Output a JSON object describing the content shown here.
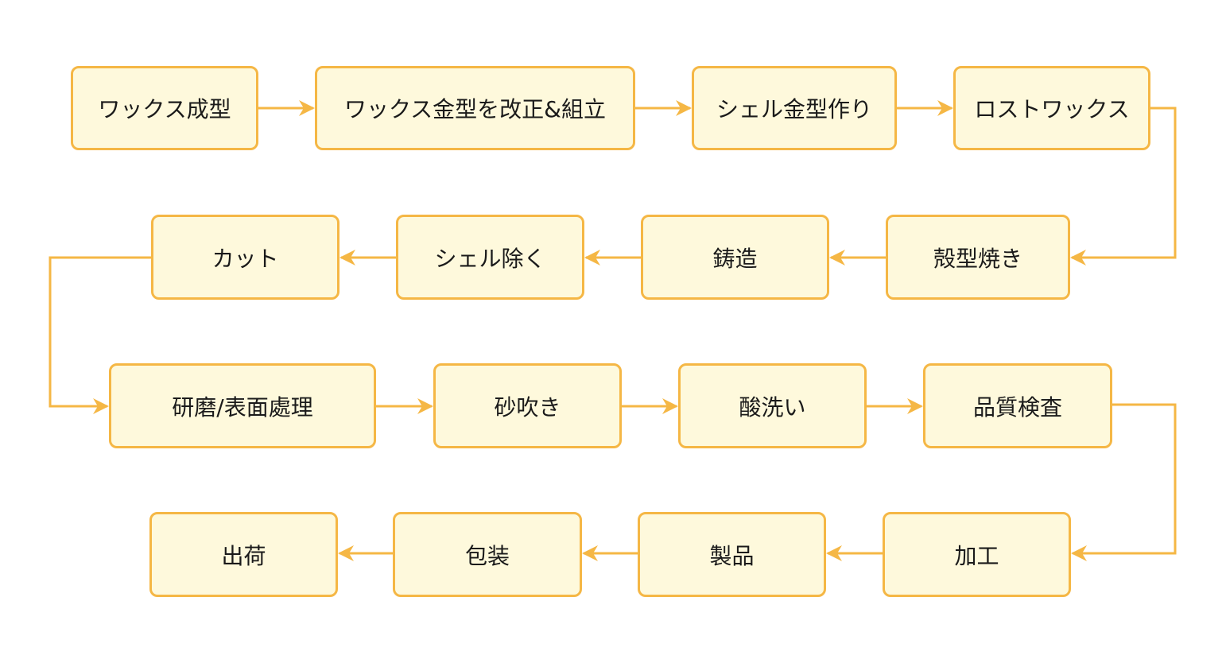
{
  "diagram": {
    "nodes": [
      {
        "id": "n1",
        "label": "ワックス成型"
      },
      {
        "id": "n2",
        "label": "ワックス金型を改正&組立"
      },
      {
        "id": "n3",
        "label": "シェル金型作り"
      },
      {
        "id": "n4",
        "label": "ロストワックス"
      },
      {
        "id": "n5",
        "label": "殻型焼き"
      },
      {
        "id": "n6",
        "label": "鋳造"
      },
      {
        "id": "n7",
        "label": "シェル除く"
      },
      {
        "id": "n8",
        "label": "カット"
      },
      {
        "id": "n9",
        "label": "研磨/表面處理"
      },
      {
        "id": "n10",
        "label": "砂吹き"
      },
      {
        "id": "n11",
        "label": "酸洗い"
      },
      {
        "id": "n12",
        "label": "品質検査"
      },
      {
        "id": "n13",
        "label": "加工"
      },
      {
        "id": "n14",
        "label": "製品"
      },
      {
        "id": "n15",
        "label": "包装"
      },
      {
        "id": "n16",
        "label": "出荷"
      }
    ],
    "edges": [
      {
        "from": "n1",
        "to": "n2"
      },
      {
        "from": "n2",
        "to": "n3"
      },
      {
        "from": "n3",
        "to": "n4"
      },
      {
        "from": "n4",
        "to": "n5"
      },
      {
        "from": "n5",
        "to": "n6"
      },
      {
        "from": "n6",
        "to": "n7"
      },
      {
        "from": "n7",
        "to": "n8"
      },
      {
        "from": "n8",
        "to": "n9"
      },
      {
        "from": "n9",
        "to": "n10"
      },
      {
        "from": "n10",
        "to": "n11"
      },
      {
        "from": "n11",
        "to": "n12"
      },
      {
        "from": "n12",
        "to": "n13"
      },
      {
        "from": "n13",
        "to": "n14"
      },
      {
        "from": "n14",
        "to": "n15"
      },
      {
        "from": "n15",
        "to": "n16"
      }
    ],
    "colors": {
      "node_fill": "#fef9dc",
      "node_border": "#f5b745",
      "edge": "#f5b745",
      "text": "#1a1a1a"
    }
  }
}
